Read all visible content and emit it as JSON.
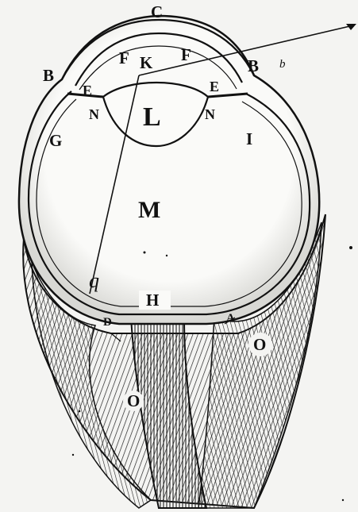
{
  "labels": {
    "C": "C",
    "F_left": "F",
    "K": "K",
    "F_right": "F",
    "B_left": "B",
    "B_right": "B",
    "b_small": "b",
    "E_left": "E",
    "E_right": "E",
    "L": "L",
    "N_left": "N",
    "N_right": "N",
    "G": "G",
    "I": "I",
    "M": "M",
    "q": "q",
    "H": "H",
    "D": "D",
    "A": "A",
    "O_right": "O",
    "O_left": "O"
  },
  "colors": {
    "ink": "#111111",
    "paper": "#f4f4f2"
  }
}
